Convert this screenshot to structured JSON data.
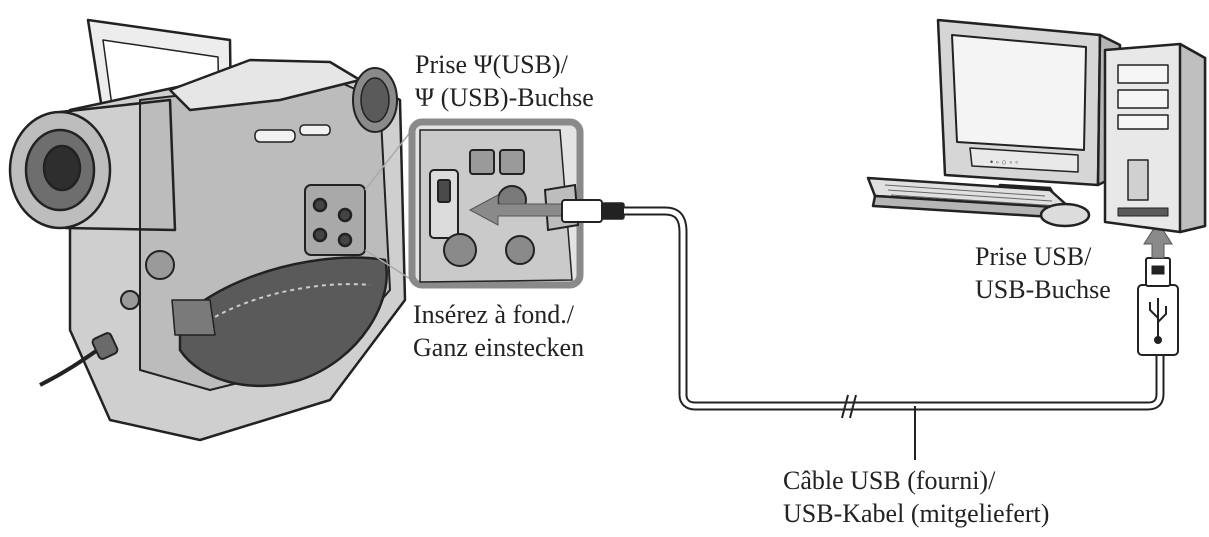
{
  "labels": {
    "usb_jack": {
      "line1": "Prise Ψ(USB)/",
      "line2": "Ψ (USB)-Buchse"
    },
    "insert_fully": {
      "line1": "Insérez à fond./",
      "line2": "Ganz einstecken"
    },
    "pc_usb_port": {
      "line1": "Prise USB/",
      "line2": "USB-Buchse"
    },
    "usb_cable": {
      "line1": "Câble USB (fourni)/",
      "line2": "USB-Kabel (mitgeliefert)"
    }
  },
  "icons": {
    "usb_symbol": "usb-trident-icon"
  },
  "colors": {
    "line": "#222222",
    "arrow": "#8a8a8a",
    "body_fill": "#d9d9d9",
    "dark_fill": "#4a4a4a",
    "screen_fill": "#f2f2f2"
  }
}
